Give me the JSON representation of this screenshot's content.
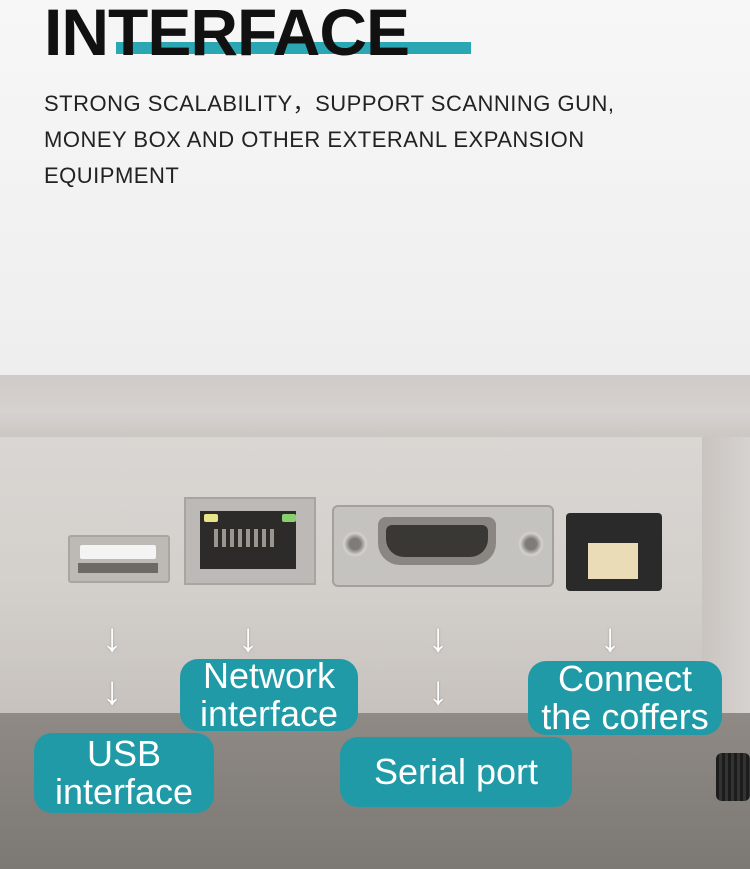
{
  "header": {
    "title": "INTERFACE",
    "subtitle": "STRONG SCALABILITY，SUPPORT SCANNING GUN, MONEY BOX AND OTHER EXTERANL EXPANSION EQUIPMENT"
  },
  "labels": {
    "usb_line1": "USB",
    "usb_line2": "interface",
    "network_line1": "Network",
    "network_line2": "interface",
    "serial": "Serial port",
    "coffers_line1": "Connect",
    "coffers_line2": "the coffers"
  },
  "colors": {
    "accent": "#2aa7b3",
    "label_bg": "#1f9aa6"
  },
  "icons": {
    "arrow": "↓"
  }
}
